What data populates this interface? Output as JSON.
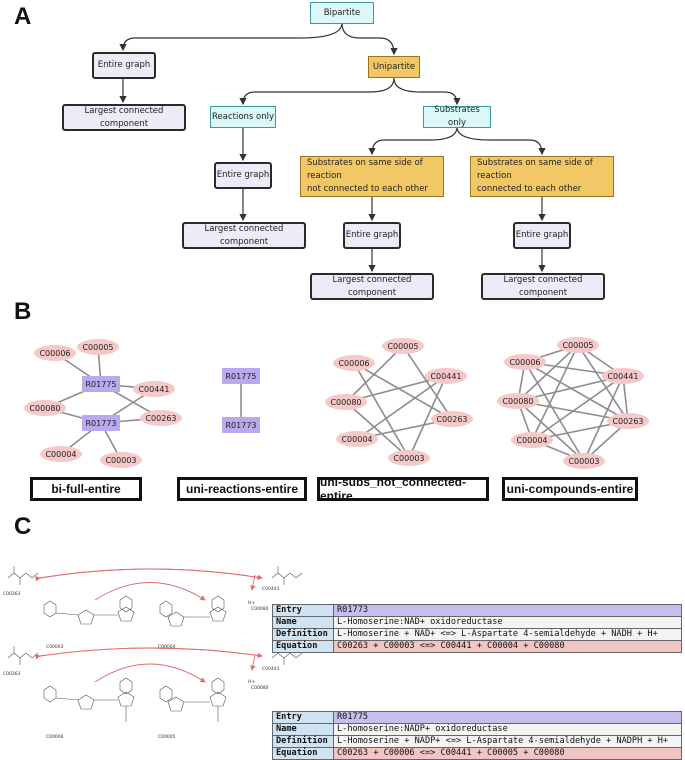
{
  "panels": {
    "a": "A",
    "b": "B",
    "c": "C"
  },
  "tree": {
    "bipartite": "Bipartite",
    "entire_graph": "Entire graph",
    "largest_cc": "Largest connected component",
    "unipartite": "Unipartite",
    "reactions_only": "Reactions only",
    "substrates_only": "Substrates only",
    "subs_not_connected_l1": "Substrates on same side of reaction",
    "subs_not_connected_l2": "not connected to each other",
    "subs_connected_l1": "Substrates on same side of reaction",
    "subs_connected_l2": "connected to each other"
  },
  "graphs": {
    "nodes": {
      "c00005": "C00005",
      "c00006": "C00006",
      "c00441": "C00441",
      "c00080": "C00080",
      "c00263": "C00263",
      "c00004": "C00004",
      "c00003": "C00003",
      "r01775": "R01775",
      "r01773": "R01773"
    },
    "captions": [
      "bi-full-entire",
      "uni-reactions-entire",
      "uni-subs_not_connected-entire",
      "uni-compounds-entire"
    ]
  },
  "panel_c": {
    "chem_labels": {
      "homoserine": "C00263",
      "aspartate_semialdehyde": "C00441",
      "nad_plus": "C00003",
      "nadh": "C00004",
      "nadp_plus": "C00006",
      "nadph": "C00005",
      "proton": "C00080",
      "h_plus": "H+"
    },
    "reactions": [
      {
        "entry_key": "Entry",
        "entry": "R01773",
        "name_key": "Name",
        "name": "L-Homoserine:NAD+ oxidoreductase",
        "def_key": "Definition",
        "definition": "L-Homoserine + NAD+ <=> L-Aspartate 4-semialdehyde + NADH + H+",
        "eq_key": "Equation",
        "equation": "C00263 + C00003 <=> C00441 + C00004 + C00080"
      },
      {
        "entry_key": "Entry",
        "entry": "R01775",
        "name_key": "Name",
        "name": "L-homoserine:NADP+ oxidoreductase",
        "def_key": "Definition",
        "definition": "L-Homoserine + NADP+ <=> L-Aspartate 4-semialdehyde + NADPH + H+",
        "eq_key": "Equation",
        "equation": "C00263 + C00006 <=> C00441 + C00005 + C00080"
      }
    ]
  },
  "colors": {
    "cyan_node": "#dcf7f8",
    "orange_node": "#f2c765",
    "lavender_node": "#eeeaf8",
    "compound_node": "#f6c8c8",
    "reaction_node": "#b9a9ef",
    "edge": "#888888",
    "arrow": "#e06b6b"
  }
}
